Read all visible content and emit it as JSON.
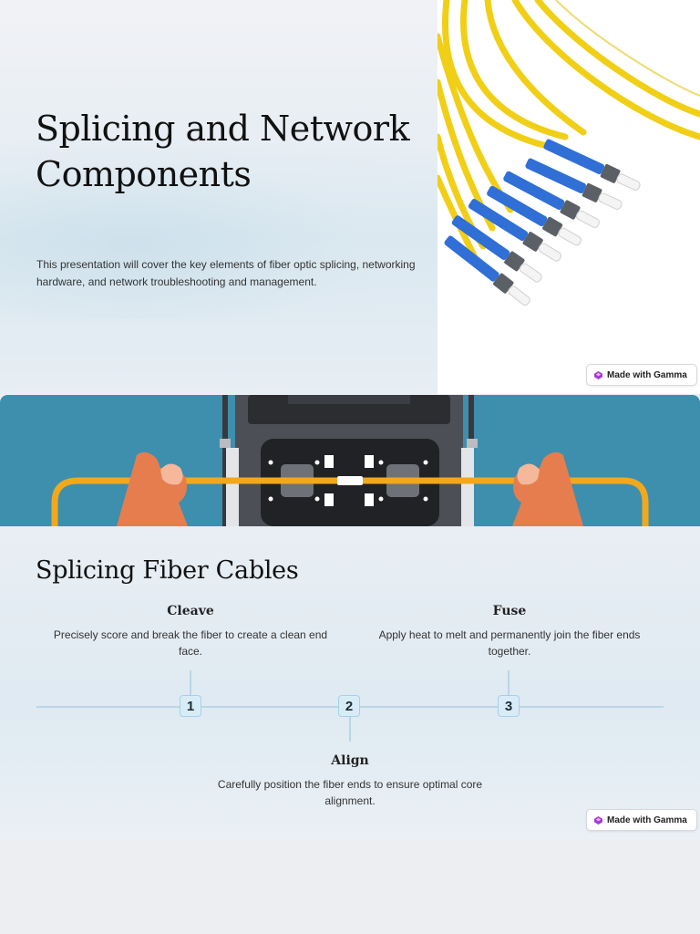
{
  "slide1": {
    "title": "Splicing and Network Components",
    "description": "This presentation will cover the key elements of fiber optic splicing, networking hardware, and network troubleshooting and management.",
    "badge": "Made with Gamma"
  },
  "slide2": {
    "title": "Splicing Fiber Cables",
    "steps": [
      {
        "number": "1",
        "heading": "Cleave",
        "text": "Precisely score and break the fiber to create a clean end face."
      },
      {
        "number": "2",
        "heading": "Align",
        "text": "Carefully position the fiber ends to ensure optimal core alignment."
      },
      {
        "number": "3",
        "heading": "Fuse",
        "text": "Apply heat to melt and permanently join the fiber ends together."
      }
    ],
    "badge": "Made with Gamma"
  },
  "colors": {
    "banner": "#3d8fad",
    "fiber_yellow": "#f2d31b",
    "connector_blue": "#2f6fd6",
    "timeline": "#b9d6e6"
  }
}
